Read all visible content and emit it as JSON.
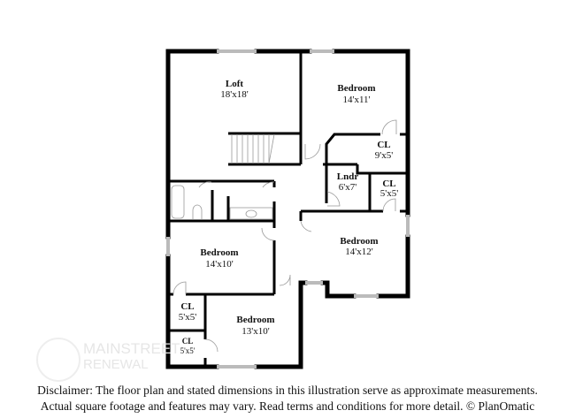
{
  "rooms": [
    {
      "name": "Loft",
      "dims": "18'x18'"
    },
    {
      "name": "Bedroom",
      "dims": "14'x11'"
    },
    {
      "name": "CL",
      "dims": "9'x5'"
    },
    {
      "name": "Lndr",
      "dims": "6'x7'"
    },
    {
      "name": "CL",
      "dims": "5'x5'"
    },
    {
      "name": "Bedroom",
      "dims": "14'x10'"
    },
    {
      "name": "Bedroom",
      "dims": "14'x12'"
    },
    {
      "name": "CL",
      "dims": "5'x5'"
    },
    {
      "name": "Bedroom",
      "dims": "13'x10'"
    },
    {
      "name": "CL",
      "dims": "5'x5'"
    }
  ],
  "watermark": {
    "line1": "MAINSTREET",
    "line2": "RENEWAL"
  },
  "disclaimer": {
    "line1": "Disclaimer: The floor plan and stated dimensions in this illustration serve as approximate measurements.",
    "line2": "Actual square footage and features may vary. Read terms and conditions for more detail. © PlanOmatic"
  }
}
